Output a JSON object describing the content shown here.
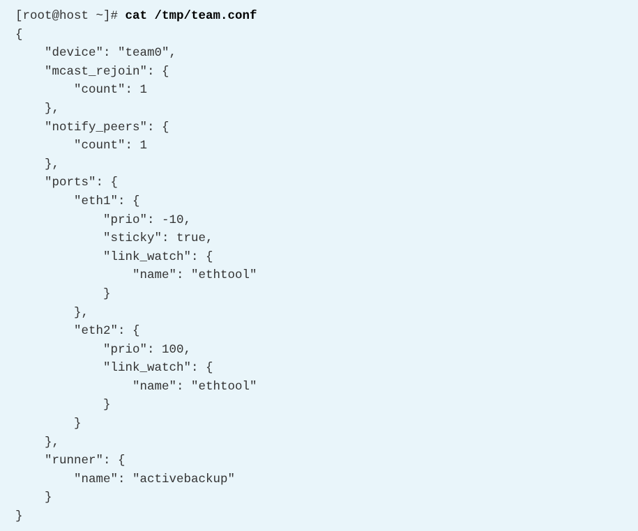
{
  "terminal": {
    "prompt": "[root@host ~]# ",
    "command": "cat /tmp/team.conf",
    "output": [
      "{",
      "    \"device\": \"team0\",",
      "    \"mcast_rejoin\": {",
      "        \"count\": 1",
      "    },",
      "    \"notify_peers\": {",
      "        \"count\": 1",
      "    },",
      "    \"ports\": {",
      "        \"eth1\": {",
      "            \"prio\": -10,",
      "            \"sticky\": true,",
      "            \"link_watch\": {",
      "                \"name\": \"ethtool\"",
      "            }",
      "        },",
      "        \"eth2\": {",
      "            \"prio\": 100,",
      "            \"link_watch\": {",
      "                \"name\": \"ethtool\"",
      "            }",
      "        }",
      "    },",
      "    \"runner\": {",
      "        \"name\": \"activebackup\"",
      "    }",
      "}"
    ]
  }
}
